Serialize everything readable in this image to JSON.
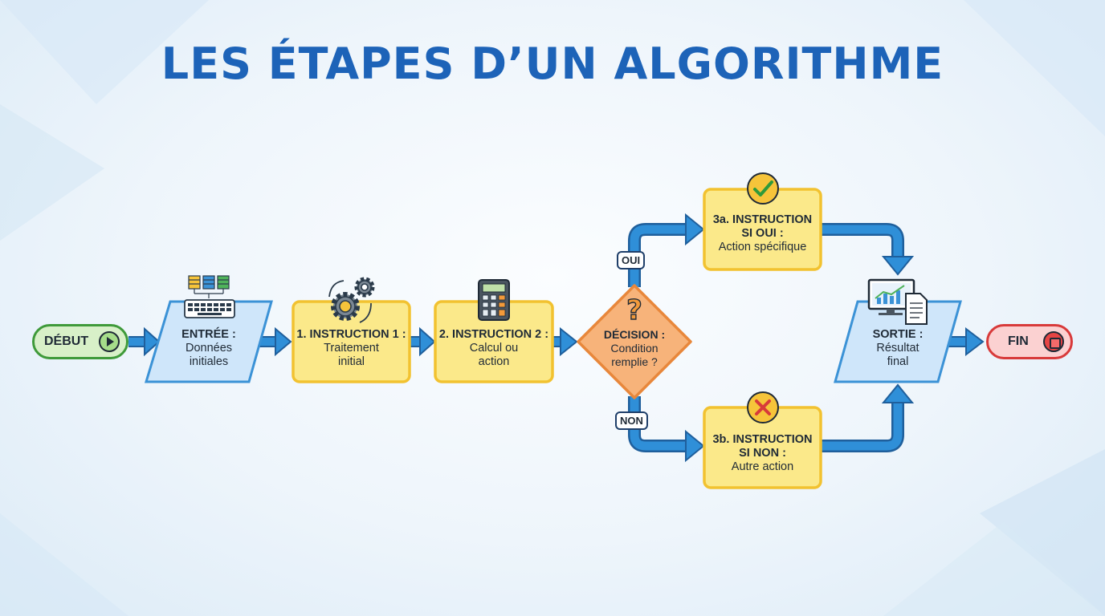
{
  "title": "LES ÉTAPES D’UN ALGORITHME",
  "nodes": {
    "debut": {
      "label": "DÉBUT",
      "icon": "play-icon"
    },
    "entree": {
      "heading": "ENTRÉE :",
      "line1": "Données",
      "line2": "initiales",
      "icon": "keyboard-database-icon"
    },
    "instr1": {
      "heading": "1. INSTRUCTION 1 :",
      "line1": "Traitement",
      "line2": "initial",
      "icon": "gears-icon"
    },
    "instr2": {
      "heading": "2. INSTRUCTION 2 :",
      "line1": "Calcul ou",
      "line2": "action",
      "icon": "calculator-icon"
    },
    "decision": {
      "heading": "DÉCISION :",
      "line1": "Condition",
      "line2": "remplie ?",
      "icon": "question-mark-icon"
    },
    "instr3a": {
      "heading1": "3a. INSTRUCTION",
      "heading2": "SI OUI :",
      "line1": "Action spécifique",
      "icon": "check-icon"
    },
    "instr3b": {
      "heading1": "3b. INSTRUCTION",
      "heading2": "SI NON :",
      "line1": "Autre action",
      "icon": "cross-icon"
    },
    "sortie": {
      "heading": "SORTIE :",
      "line1": "Résultat",
      "line2": "final",
      "icon": "monitor-chart-document-icon"
    },
    "fin": {
      "label": "FIN",
      "icon": "stop-icon"
    }
  },
  "branches": {
    "yes": "OUI",
    "no": "NON"
  },
  "colors": {
    "title": "#1d63b8",
    "arrow": "#2f8fd8",
    "arrow_outline": "#1f5f9c",
    "process_fill": "#fbe98a",
    "process_border": "#f2c230",
    "io_fill": "#cfe6fa",
    "io_border": "#3b92d6",
    "decision_fill": "#f7b37a",
    "decision_border": "#e8873b",
    "start_fill": "#d8f0c8",
    "start_border": "#3f9a3a",
    "end_fill": "#fbd1d1",
    "end_border": "#d83a3a"
  }
}
